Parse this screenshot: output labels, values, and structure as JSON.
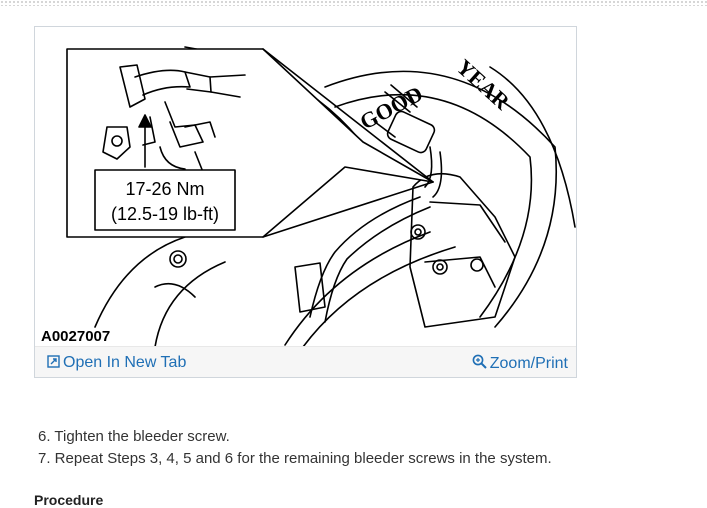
{
  "figure": {
    "torque_metric": "17-26 Nm",
    "torque_imperial": "(12.5-19 lb-ft)",
    "figure_code": "A0027007",
    "tire_brand_a": "GOOD",
    "tire_brand_b": "YEAR",
    "open_tab_label": "Open In New Tab",
    "zoom_print_label": "Zoom/Print",
    "link_color": "#1f6fb5"
  },
  "steps": [
    "6. Tighten the bleeder screw.",
    "7. Repeat Steps 3, 4, 5 and 6 for the remaining bleeder screws in the system."
  ],
  "section_heading": "Procedure"
}
